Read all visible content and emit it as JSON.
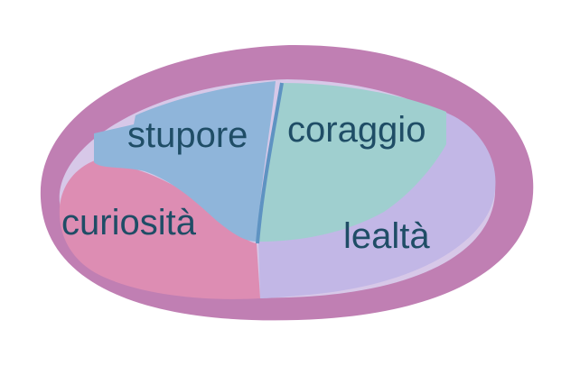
{
  "diagram": {
    "regions": [
      {
        "id": "stupore",
        "label": "stupore",
        "color": "#8fb5da"
      },
      {
        "id": "coraggio",
        "label": "coraggio",
        "color": "#9fcfcf"
      },
      {
        "id": "curiosita",
        "label": "curiosità",
        "color": "#dd8db3"
      },
      {
        "id": "lealta",
        "label": "lealtà",
        "color": "#c2b7e6"
      }
    ],
    "outline_color": "#c07fb3",
    "label_color": "#1f4d66"
  }
}
